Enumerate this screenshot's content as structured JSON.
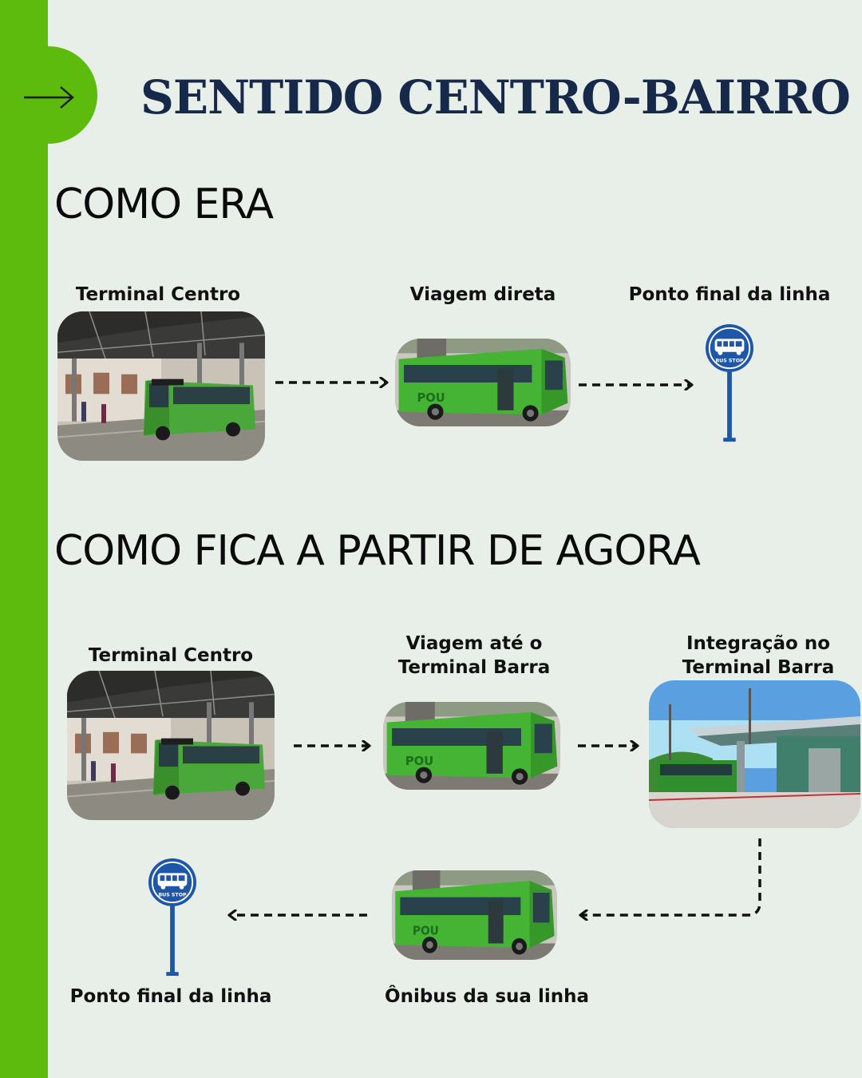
{
  "header": {
    "title": "SENTIDO CENTRO-BAIRRO",
    "accent_color": "#5dbb0d",
    "title_color": "#17294a",
    "tab_icon": "arrow-right-icon"
  },
  "before": {
    "heading": "COMO ERA",
    "steps": [
      {
        "label": "Terminal Centro",
        "image": "terminal-centro-photo"
      },
      {
        "label": "Viagem direta",
        "image": "green-bus-photo"
      },
      {
        "label": "Ponto final da linha",
        "icon": "bus-stop-icon"
      }
    ]
  },
  "after": {
    "heading": "COMO FICA A PARTIR DE AGORA",
    "steps": [
      {
        "label": "Terminal Centro",
        "image": "terminal-centro-photo"
      },
      {
        "label_line1": "Viagem até o",
        "label_line2": "Terminal Barra",
        "image": "green-bus-photo"
      },
      {
        "label_line1": "Integração no",
        "label_line2": "Terminal Barra",
        "image": "terminal-barra-photo"
      },
      {
        "label": "Ônibus da sua linha",
        "image": "green-bus-photo"
      },
      {
        "label": "Ponto final da linha",
        "icon": "bus-stop-icon"
      }
    ]
  },
  "bus_stop_sign": {
    "text": "BUS STOP",
    "color": "#1f57a8"
  }
}
